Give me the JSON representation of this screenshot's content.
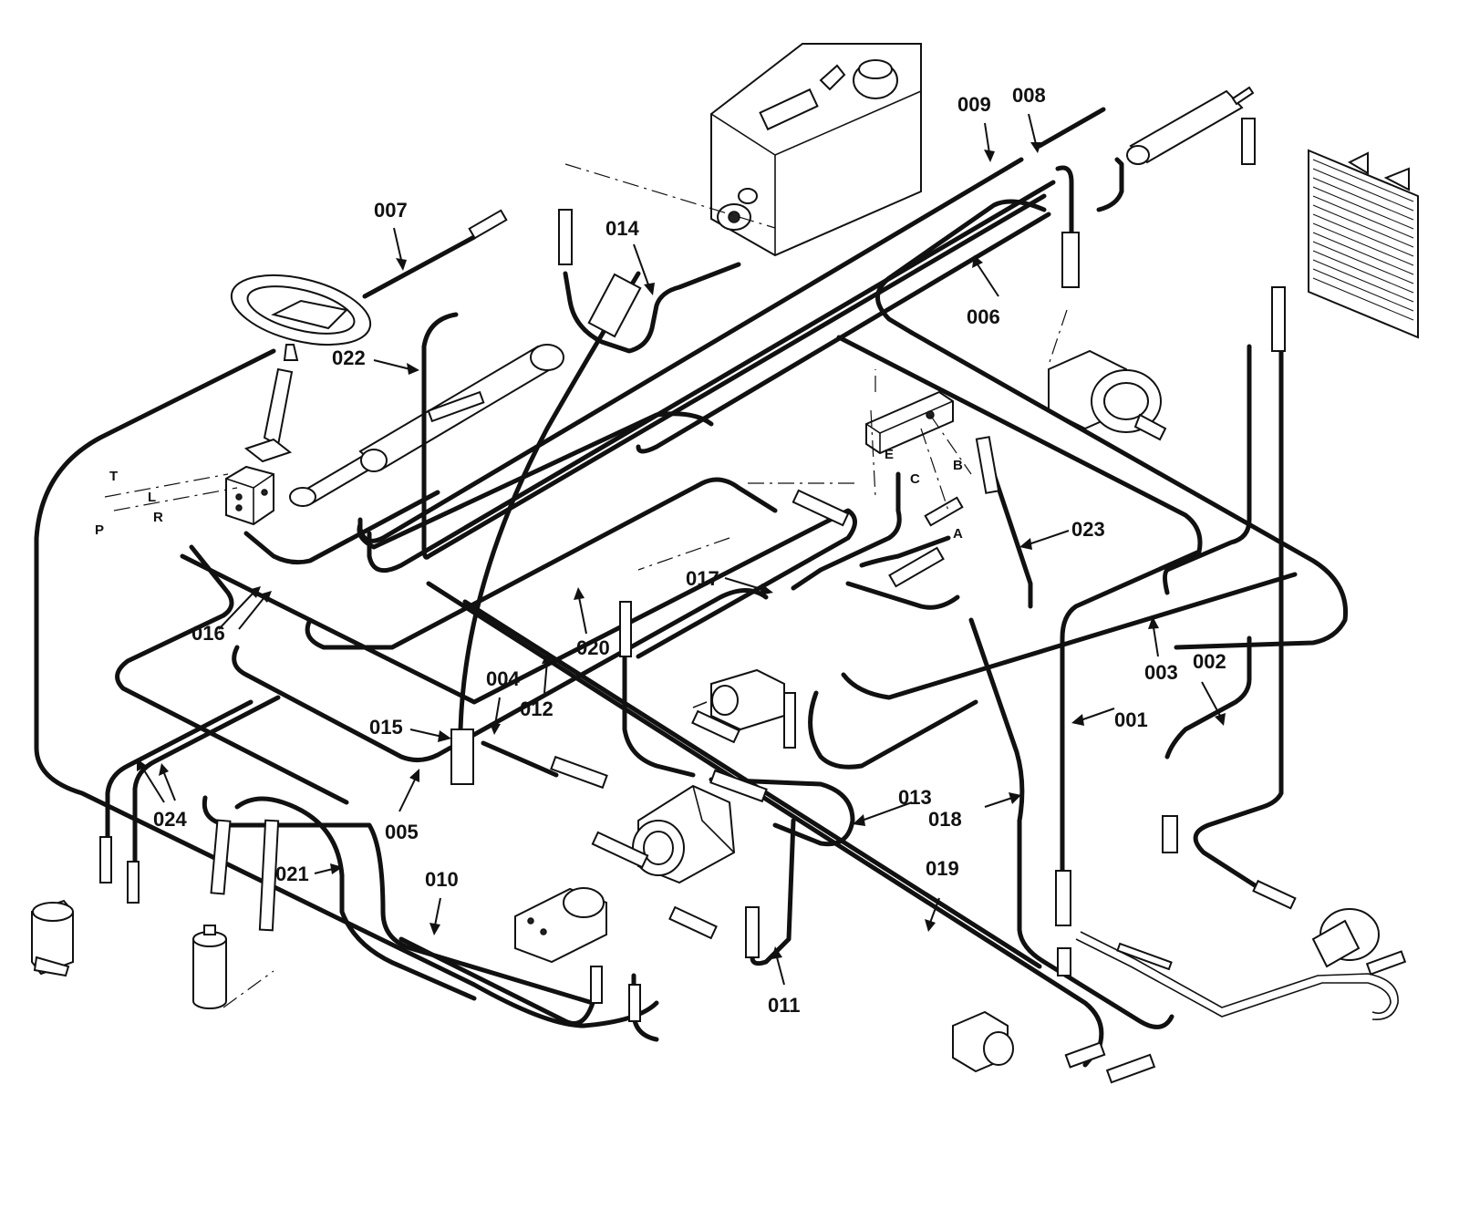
{
  "callouts": {
    "c001": "001",
    "c002": "002",
    "c003": "003",
    "c004": "004",
    "c005": "005",
    "c006": "006",
    "c007": "007",
    "c008": "008",
    "c009": "009",
    "c010": "010",
    "c011": "011",
    "c012": "012",
    "c013": "013",
    "c014": "014",
    "c015": "015",
    "c016": "016",
    "c017": "017",
    "c018": "018",
    "c019": "019",
    "c020": "020",
    "c021": "021",
    "c022": "022",
    "c023": "023",
    "c024": "024"
  },
  "ports": {
    "steering_T": "T",
    "steering_L": "L",
    "steering_P": "P",
    "steering_R": "R",
    "valve_A": "A",
    "valve_B": "B",
    "valve_C": "C",
    "valve_E": "E"
  },
  "colors": {
    "line": "#111111",
    "background": "#ffffff"
  }
}
